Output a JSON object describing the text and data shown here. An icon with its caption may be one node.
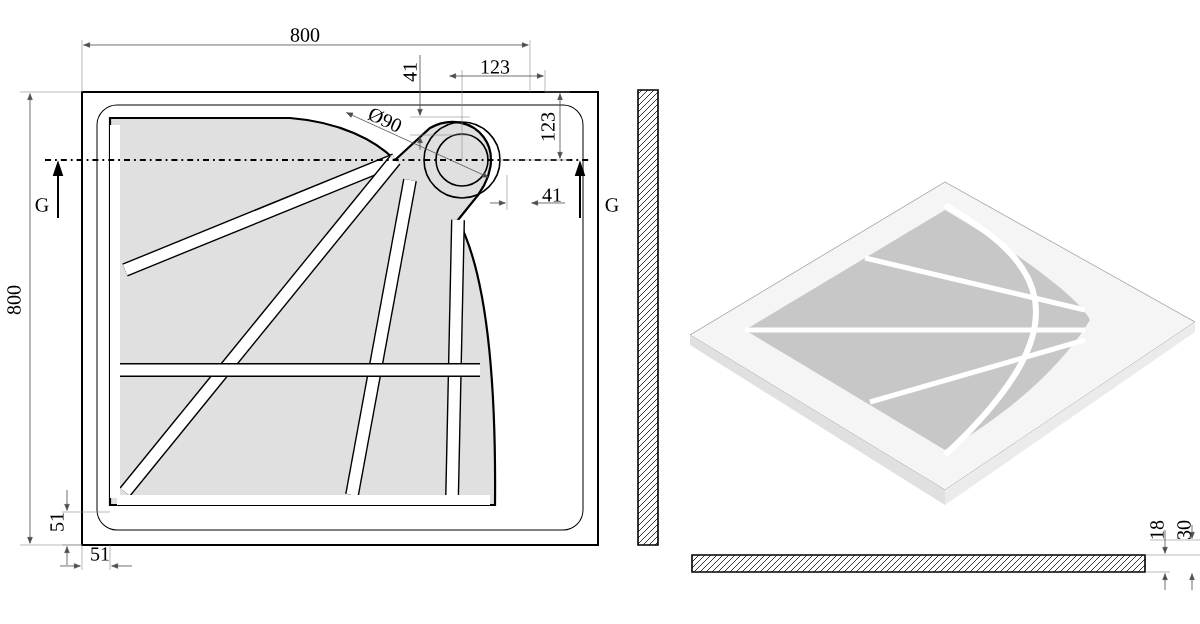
{
  "diagram": {
    "labels": [
      "800",
      "41",
      "123",
      "123",
      "Ø90",
      "G",
      "41",
      "G",
      "800",
      "51",
      "51",
      "18",
      "30"
    ]
  }
}
